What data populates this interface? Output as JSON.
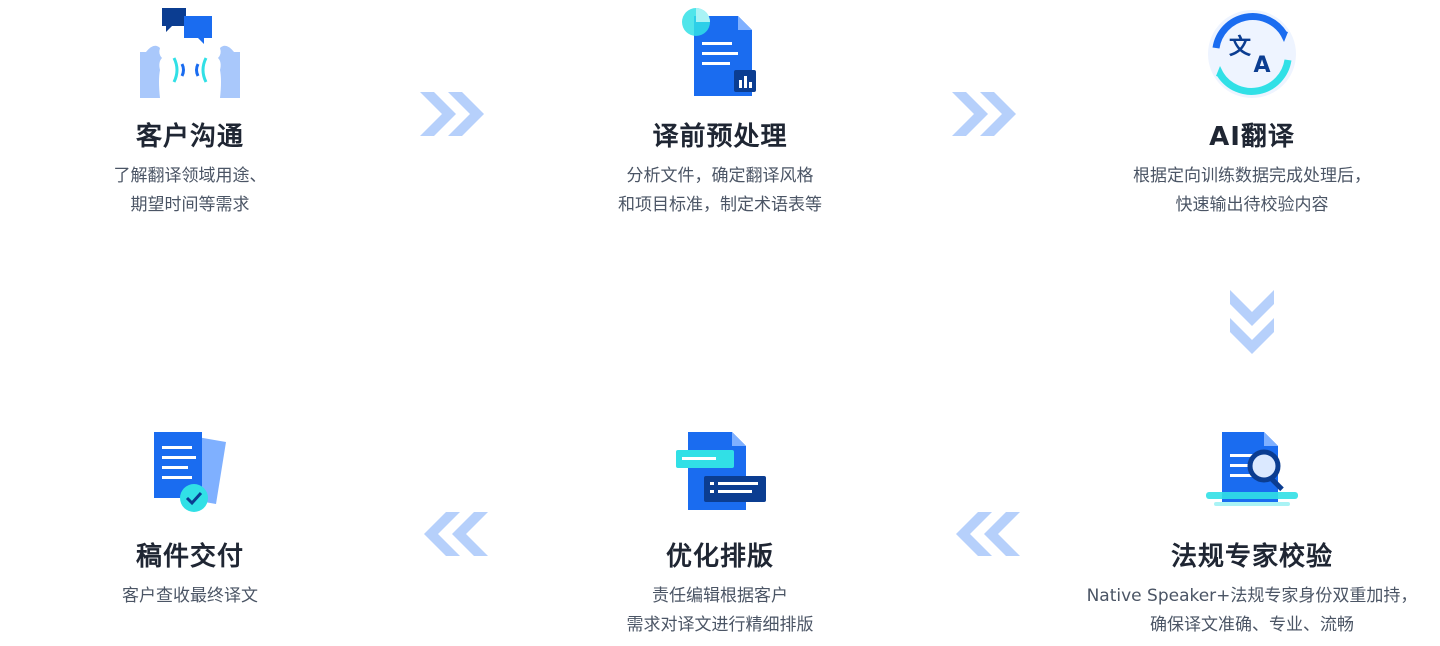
{
  "steps": [
    {
      "title": "客户沟通",
      "desc": [
        "了解翻译领域用途、",
        "期望时间等需求"
      ],
      "icon": "speech-bubbles-icon"
    },
    {
      "title": "译前预处理",
      "desc": [
        "分析文件，确定翻译风格",
        "和项目标准，制定术语表等"
      ],
      "icon": "document-analysis-icon"
    },
    {
      "title": "AI翻译",
      "desc": [
        "根据定向训练数据完成处理后，",
        "快速输出待校验内容"
      ],
      "icon": "translate-icon",
      "icon_glyphs": [
        "文",
        "A"
      ]
    },
    {
      "title": "法规专家校验",
      "desc": [
        "Native Speaker+法规专家身份双重加持，",
        "确保译文准确、专业、流畅"
      ],
      "icon": "document-search-icon"
    },
    {
      "title": "优化排版",
      "desc": [
        "责任编辑根据客户",
        "需求对译文进行精细排版"
      ],
      "icon": "layout-icon"
    },
    {
      "title": "稿件交付",
      "desc": [
        "客户查收最终译文"
      ],
      "icon": "document-check-icon"
    }
  ],
  "colors": {
    "primary": "#1a6cf0",
    "dark": "#0b3d91",
    "light": "#a9c8fb",
    "cyan": "#31e0e6",
    "arrow": "#b6d0fb"
  }
}
